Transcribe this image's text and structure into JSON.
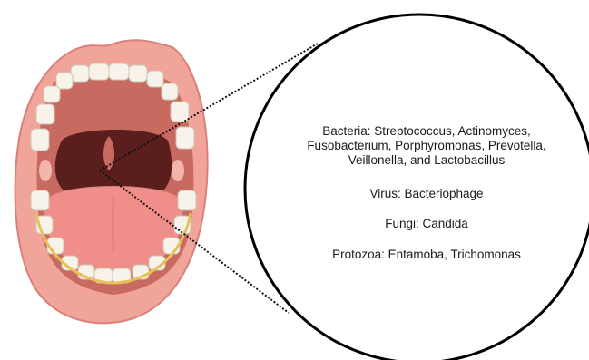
{
  "labels": {
    "bacteria_line1": "Bacteria: Streptococcus, Actinomyces,",
    "bacteria_line2": "Fusobacterium, Porphyromonas, Prevotella,",
    "bacteria_line3": "Veillonella, and Lactobacillus",
    "virus": "Virus: Bacteriophage",
    "fungi": "Fungi: Candida",
    "protozoa": "Protozoa: Entamoba, Trichomonas"
  },
  "colors": {
    "lip": "#f0a49a",
    "lip_edge": "#d9807a",
    "palate": "#c86a5f",
    "throat": "#5a1f1c",
    "tongue": "#f08e8a",
    "tooth": "#f7f3ea",
    "gum": "#e7c15a",
    "tonsil": "#f3b5ac",
    "circle_stroke": "#000000"
  }
}
